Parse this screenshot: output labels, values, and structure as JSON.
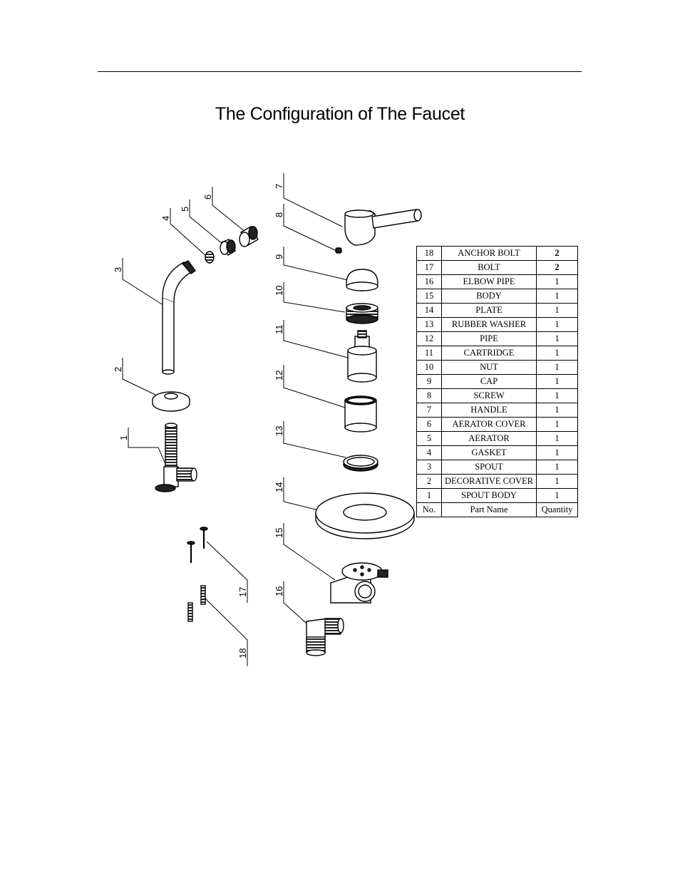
{
  "title": "The Configuration of The Faucet",
  "callouts": [
    "1",
    "2",
    "3",
    "4",
    "5",
    "6",
    "7",
    "8",
    "9",
    "10",
    "11",
    "12",
    "13",
    "14",
    "15",
    "16",
    "17",
    "18"
  ],
  "parts_table": {
    "rows": [
      {
        "no": "18",
        "name": "ANCHOR BOLT",
        "qty": "2"
      },
      {
        "no": "17",
        "name": "BOLT",
        "qty": "2"
      },
      {
        "no": "16",
        "name": "ELBOW PIPE",
        "qty": "1"
      },
      {
        "no": "15",
        "name": "BODY",
        "qty": "1"
      },
      {
        "no": "14",
        "name": "PLATE",
        "qty": "1"
      },
      {
        "no": "13",
        "name": "RUBBER WASHER",
        "qty": "1"
      },
      {
        "no": "12",
        "name": "PIPE",
        "qty": "1"
      },
      {
        "no": "11",
        "name": "CARTRIDGE",
        "qty": "1"
      },
      {
        "no": "10",
        "name": "NUT",
        "qty": "1"
      },
      {
        "no": "9",
        "name": "CAP",
        "qty": "1"
      },
      {
        "no": "8",
        "name": "SCREW",
        "qty": "1"
      },
      {
        "no": "7",
        "name": "HANDLE",
        "qty": "1"
      },
      {
        "no": "6",
        "name": "AERATOR COVER",
        "qty": "1"
      },
      {
        "no": "5",
        "name": "AERATOR",
        "qty": "1"
      },
      {
        "no": "4",
        "name": "GASKET",
        "qty": "1"
      },
      {
        "no": "3",
        "name": "SPOUT",
        "qty": "1"
      },
      {
        "no": "2",
        "name": "DECORATIVE COVER",
        "qty": "1"
      },
      {
        "no": "1",
        "name": "SPOUT BODY",
        "qty": "1"
      }
    ],
    "header": {
      "no": "No.",
      "name": "Part Name",
      "qty": "Quantity"
    }
  }
}
